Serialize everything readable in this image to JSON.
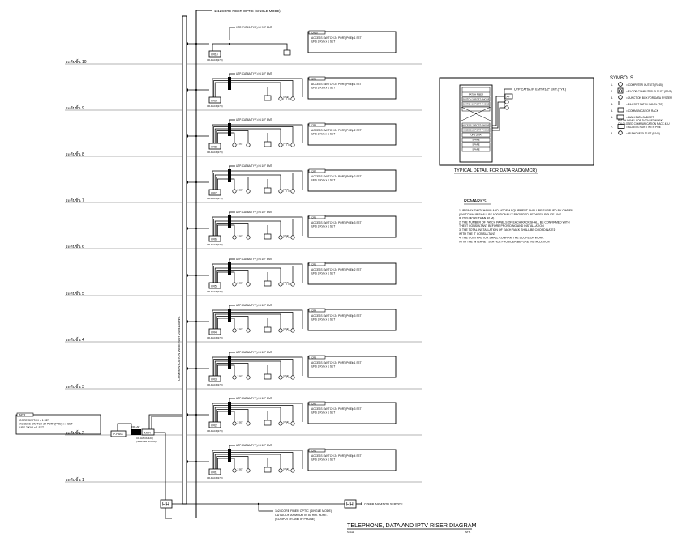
{
  "title": "TELEPHONE, DATA AND IPTV RISER DIAGRAM",
  "title_scale_left": "SCALE",
  "title_scale_right": "NTS.",
  "fiber_top_label": "1x12CORE FIBER OPTIC (SINGLE MODE)",
  "trunk_label": "COMMUNICATION WIRE WAY 200x100mm.",
  "utp_label": "UTP. CAT6A(TYP.) IN 1/2\" EMT.",
  "rack_sub_label": "CR-RACK(27U)",
  "outlet_label_2set": "2 SET",
  "outlet_label_nset": "N SET",
  "floors": [
    {
      "level": "ระดับชั้น 10",
      "rack": "CR10",
      "switch_qty": "x 1 SET",
      "ups": "UPS 2 KVA   x 1 SET",
      "simple": true
    },
    {
      "level": "ระดับชั้น 9",
      "rack": "CR9",
      "switch_qty": "x 1 SET",
      "ups": "UPS 2 KVA   x 1 SET",
      "simple": false
    },
    {
      "level": "ระดับชั้น 8",
      "rack": "CR8",
      "switch_qty": "x 2 SET",
      "ups": "UPS 2 KVA   x 1 SET",
      "simple": false
    },
    {
      "level": "ระดับชั้น 7",
      "rack": "CR7",
      "switch_qty": "x 2 SET",
      "ups": "UPS 2 KVA   x 1 SET",
      "simple": false
    },
    {
      "level": "ระดับชั้น 6",
      "rack": "CR6",
      "switch_qty": "x 3 SET",
      "ups": "UPS 2 KVA   x 1 SET",
      "simple": false
    },
    {
      "level": "ระดับชั้น 5",
      "rack": "CR5",
      "switch_qty": "x 2 SET",
      "ups": "UPS 2 KVA   x 1 SET",
      "simple": false
    },
    {
      "level": "ระดับชั้น 4",
      "rack": "CR4",
      "switch_qty": "x 3 SET",
      "ups": "UPS 2 KVA   x 1 SET",
      "simple": false
    },
    {
      "level": "ระดับชั้น 3",
      "rack": "CR3",
      "switch_qty": "x 1 SET",
      "ups": "UPS 2 KVA   x 1 SET",
      "simple": false
    },
    {
      "level": "ระดับชั้น 2",
      "rack": "CR2",
      "switch_qty": "x 3 SET",
      "ups": "UPS 2 KVA   x 1 SET",
      "simple": false
    },
    {
      "level": "ระดับชั้น 1",
      "rack": "CR1",
      "switch_qty": "x 4 SET",
      "ups": "UPS 2 KVA   x 1 SET",
      "simple": false
    }
  ],
  "switch_line": "ACCESS SWITCH 24 PORT(POE)",
  "mcr": {
    "box_title": "MCR",
    "lines": [
      "CORE SWITCH   x 1 SET",
      "ACCESS SWITCH 24 PORT(POE)   x 1 SET",
      "UPS 2 KVA   x 1 SET"
    ],
    "ippabx": "IP-PABX",
    "wifi": "WIFI-AP",
    "mcr_label": "MCR",
    "rack_label": "CR-RACK(42U)",
    "room_label": "(SERVER ROOM)"
  },
  "bottom": {
    "hh": "HH",
    "comm_service": "COMMUNICATION SERVICE",
    "fiber_lines": [
      "1x24CORE FIBER OPTIC (SINGLE MODE)",
      "OUTDOOR  ARMOUR IN 50 mm. HDPE.",
      "(COMPUTER AND IP PHONE)"
    ]
  },
  "rack_detail": {
    "caption": "TYPICAL DETAIL FOR DATA RACK(MCR)",
    "utp_label": "UTP CAT6A IN EMT #1/2\" EMT.(TYP.)",
    "ap_label": "AP",
    "slots_top": [
      "",
      "PATCH FIBER",
      "SWITCH 24PORT-PHONE",
      "SWITCH 24PORT-PHONE",
      ""
    ],
    "slots_bottom": [
      "ACCESS 24PORT-PHONE",
      "ACCESS 24PORT-PHONE",
      "UPS 2kVA",
      "SPARE",
      "SPARE",
      "SPARE"
    ]
  },
  "symbols": {
    "heading": "SYMBOLS",
    "items": [
      {
        "num": "1.",
        "icon": "computer-outlet-icon",
        "text": "= COMPUTER OUTLET (RJ45)"
      },
      {
        "num": "2.",
        "icon": "floor-outlet-icon",
        "text": "= FLOOR COMPUTER OUTLET (RJ45)"
      },
      {
        "num": "3.",
        "icon": "junction-box-icon",
        "text": "= JUNCTION BOX FOR DATA SYSTEM"
      },
      {
        "num": "4.",
        "icon": "patch-panel-icon",
        "text": "= 24-PORT PATCH PANEL (TC)"
      },
      {
        "num": "5.",
        "icon": "comm-rack-icon",
        "text": "= COMMUNICATION RACK"
      },
      {
        "num": "6.",
        "icon": "mdc-icon",
        "text": "= MAIN DATA CABINET"
      },
      {
        "num": "",
        "icon": "",
        "text": "PATCH PANEL FOR DATA NETWORK"
      },
      {
        "num": "",
        "icon": "",
        "text": "ON CLOSED COMMUNICATION RACK 42U"
      },
      {
        "num": "7.",
        "icon": "access-point-icon",
        "text": "= ACCESS POINT WITH POE"
      },
      {
        "num": "8.",
        "icon": "ip-phone-outlet-icon",
        "text": "= IP PHONE OUTLET (RJ45)"
      }
    ]
  },
  "remarks": {
    "heading": "REMARKS:",
    "lines": [
      "1. IP-PABX/SWITCH/HUB AND MODEM EQUIPMENT SHALL BE SUPPLIED BY OWNER",
      "    (SWITCH/HUB SHALL BE ADDITIONALLY PROVIDED BETWEEN ROUTE LINE",
      "    IF IT IS MORE THAN 90 M)",
      "2. THE NUMBER OF PATCH PANELS OF EACH RACK SHALL BE CONFIRMED WITH",
      "    THE IT CONSULTANT BEFORE PROVIDING AND INSTALLATION",
      "3. THE TOTAL INSTALLATION OF EACH RACK SHALL BE COORDINATED",
      "    WITH THE IT CONSULTANT",
      "4. THE CONTRACTOR SHALL CONFIRM THE SCOPE OF WORK",
      "    WITH THE INTERNET SERVICE PROVIDER BEFORE INSTALLATION"
    ]
  }
}
